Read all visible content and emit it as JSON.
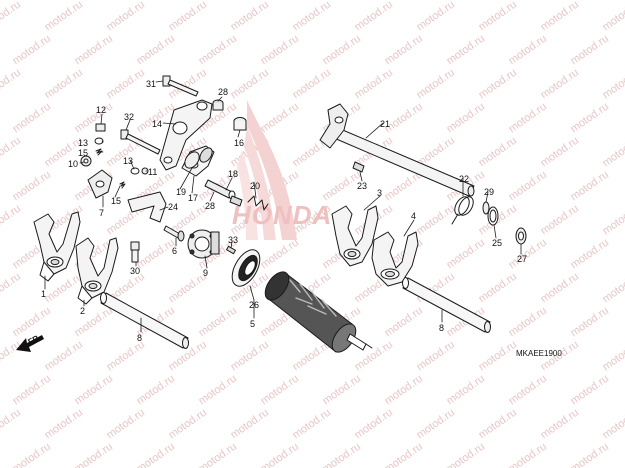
{
  "watermark": {
    "text": "motod.ru",
    "color": "#e8c6c6"
  },
  "brand": {
    "logo": "wing-logo",
    "text": "HONDA",
    "color": "#efc0c0"
  },
  "front_marker": {
    "label": "FR.",
    "icon": "arrow-icon"
  },
  "diagram_code": "MKAEE1900",
  "callouts": [
    "1",
    "2",
    "3",
    "4",
    "5",
    "6",
    "7",
    "8",
    "8",
    "9",
    "10",
    "11",
    "12",
    "13",
    "13",
    "14",
    "15",
    "15",
    "16",
    "17",
    "18",
    "19",
    "20",
    "21",
    "22",
    "23",
    "24",
    "25",
    "26",
    "27",
    "28",
    "28",
    "29",
    "30",
    "31",
    "32",
    "33"
  ]
}
